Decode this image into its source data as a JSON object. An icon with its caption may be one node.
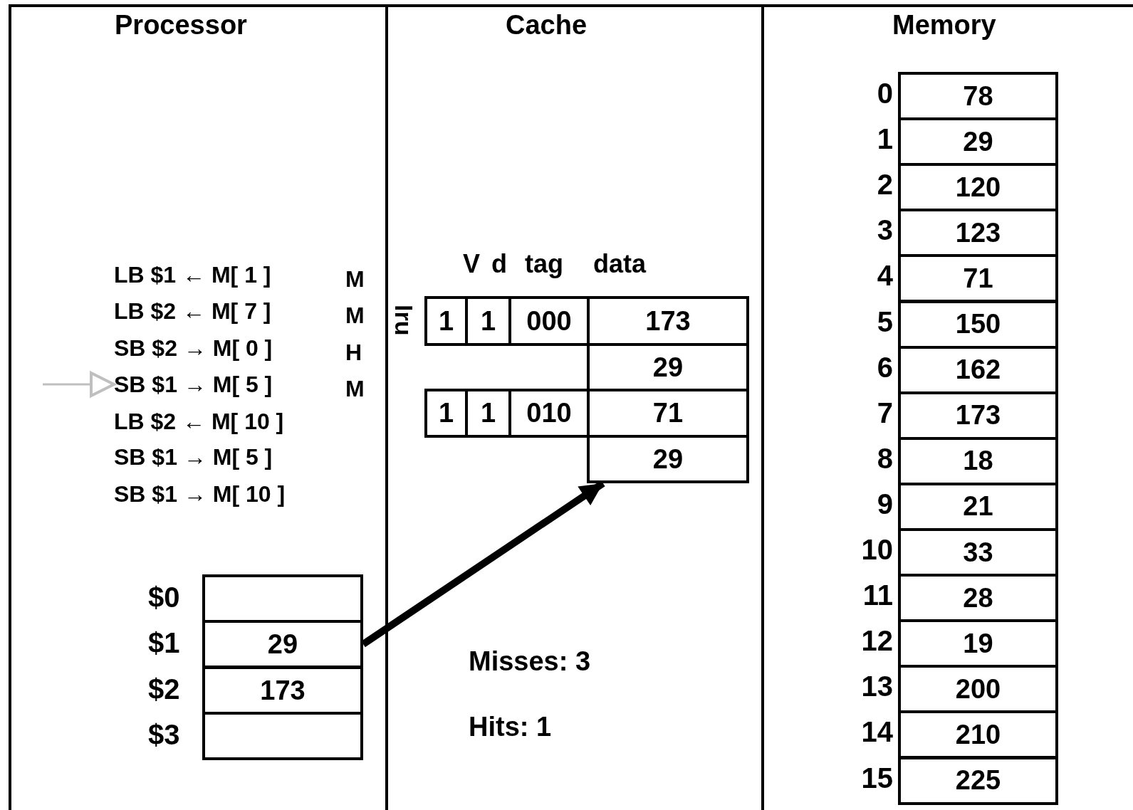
{
  "diagram": {
    "nodes": [
      {
        "text": [
          "Processor"
        ]
      },
      {
        "text": [
          "LB $1 ← M[ 1 ]"
        ],
        "in": 0,
        "beside": [
          "M"
        ]
      },
      {
        "text": [
          "LB $2 ← M[ 7 ]"
        ],
        "in": 0,
        "beside": [
          "M"
        ]
      },
      {
        "text": [
          "SB $2 → M[ 0 ]"
        ],
        "in": 0,
        "beside": [
          "H"
        ]
      },
      {
        "text": [
          "SB $1 → M[ 5 ]"
        ],
        "in": 0,
        "beside": [
          "M"
        ]
      },
      {
        "text": [
          "LB $2 ← M[ 10 ]"
        ],
        "in": 0
      },
      {
        "text": [
          "SB $1 → M[ 5 ]"
        ],
        "in": 0
      },
      {
        "text": [
          "SB $1 → M[ 10 ]"
        ],
        "in": 0
      },
      {
        "text": [],
        "shape": "box",
        "in": 0,
        "beside": [
          "$0"
        ]
      },
      {
        "text": [
          "29"
        ],
        "in": 0,
        "beside": [
          "$1"
        ]
      },
      {
        "text": [
          "173"
        ],
        "in": 0,
        "beside": [
          "$2"
        ]
      },
      {
        "text": [],
        "shape": "box",
        "in": 0,
        "beside": [
          "$3"
        ]
      },
      {
        "text": [
          "Cache"
        ]
      },
      {
        "text": [
          "1"
        ],
        "in": 12
      },
      {
        "text": [
          "1"
        ],
        "in": 12
      },
      {
        "text": [
          "000"
        ],
        "in": 12
      },
      {
        "text": [
          "173"
        ],
        "in": 12
      },
      {
        "text": [
          "29"
        ],
        "in": 12
      },
      {
        "text": [
          "1"
        ],
        "in": 12
      },
      {
        "text": [
          "1"
        ],
        "in": 12
      },
      {
        "text": [
          "010"
        ],
        "in": 12
      },
      {
        "text": [
          "71"
        ],
        "in": 12
      },
      {
        "text": [
          "29"
        ],
        "in": 12
      },
      {
        "text": [
          "Memory"
        ]
      },
      {
        "text": [
          "78"
        ],
        "in": 23,
        "beside": [
          "0"
        ]
      },
      {
        "text": [
          "29"
        ],
        "in": 23,
        "beside": [
          "1"
        ]
      },
      {
        "text": [
          "120"
        ],
        "in": 23,
        "beside": [
          "2"
        ]
      },
      {
        "text": [
          "123"
        ],
        "in": 23,
        "beside": [
          "3"
        ]
      },
      {
        "text": [
          "71"
        ],
        "in": 23,
        "beside": [
          "4"
        ]
      },
      {
        "text": [
          "150"
        ],
        "in": 23,
        "beside": [
          "5"
        ]
      },
      {
        "text": [
          "162"
        ],
        "in": 23,
        "beside": [
          "6"
        ]
      },
      {
        "text": [
          "173"
        ],
        "in": 23,
        "beside": [
          "7"
        ]
      },
      {
        "text": [
          "18"
        ],
        "in": 23,
        "beside": [
          "8"
        ]
      },
      {
        "text": [
          "21"
        ],
        "in": 23,
        "beside": [
          "9"
        ]
      },
      {
        "text": [
          "33"
        ],
        "in": 23,
        "beside": [
          "10"
        ]
      },
      {
        "text": [
          "28"
        ],
        "in": 23,
        "beside": [
          "11"
        ]
      },
      {
        "text": [
          "19"
        ],
        "in": 23,
        "beside": [
          "12"
        ]
      },
      {
        "text": [
          "200"
        ],
        "in": 23,
        "beside": [
          "13"
        ]
      },
      {
        "text": [
          "210"
        ],
        "in": 23,
        "beside": [
          "14"
        ]
      },
      {
        "text": [
          "225"
        ],
        "in": 23,
        "beside": [
          "15"
        ]
      }
    ],
    "edges": [
      {
        "from": null,
        "to": 4,
        "arrow": "to",
        "color": "#bfbfbf"
      },
      {
        "from": 9,
        "to": 22,
        "arrow": "to",
        "style": "thick",
        "color": "#000000"
      }
    ],
    "labels": [
      "V",
      "d",
      "tag",
      "data",
      "lru",
      "Misses: 3",
      "Hits: 1"
    ]
  }
}
